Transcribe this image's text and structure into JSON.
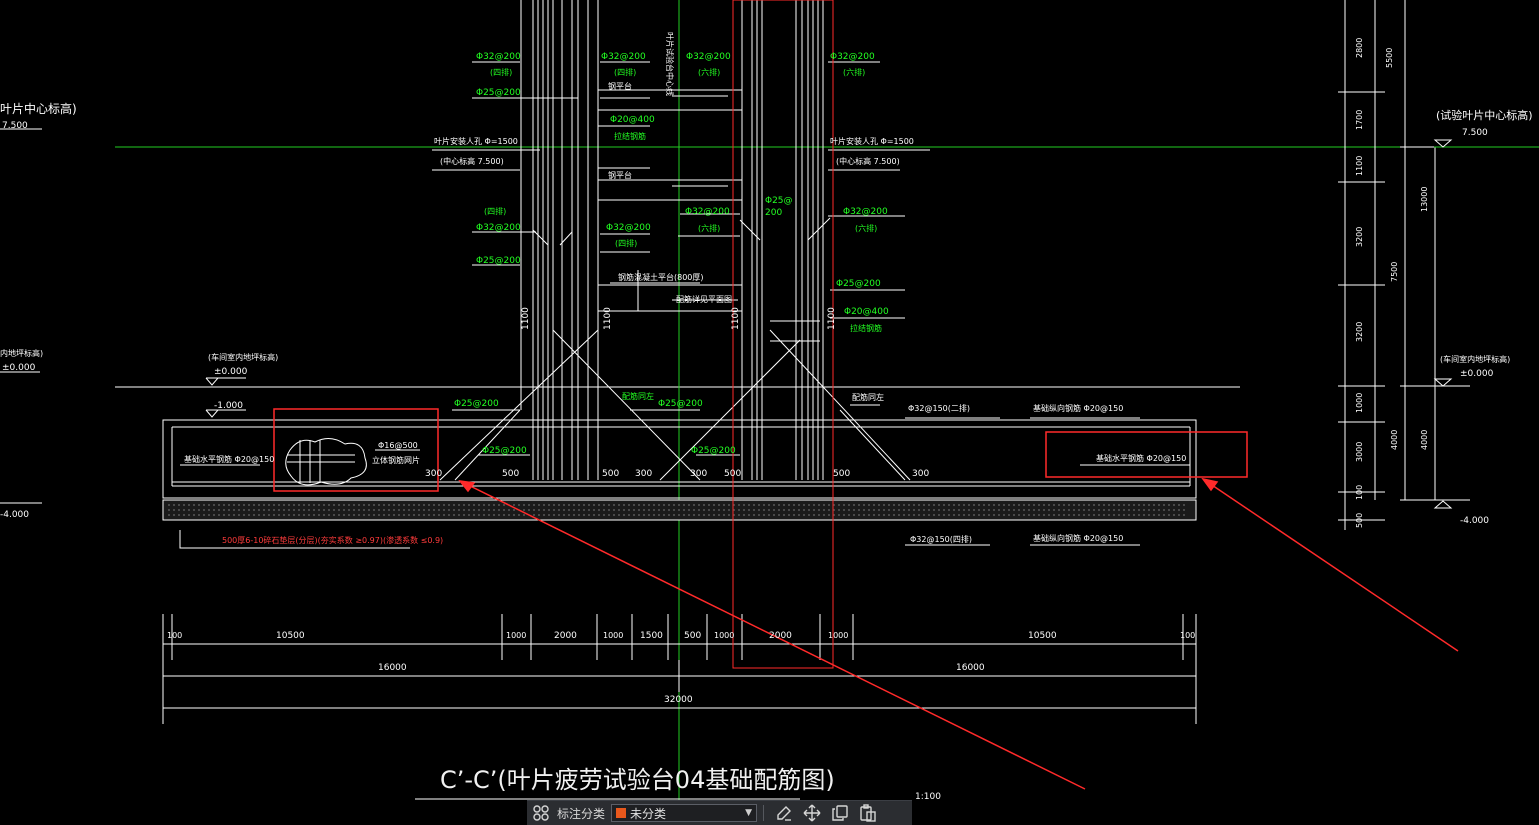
{
  "colors": {
    "background": "#000000",
    "linework": "#ffffff",
    "green_annotation": "#22ff22",
    "red_markup": "#ff2a2a",
    "toolbar_bg": "#2b2d31",
    "category_swatch": "#e8581c"
  },
  "drawing": {
    "title": "C’-C’(叶片疲劳试验台04基础配筋图)",
    "scale": "1:100",
    "left_labels": {
      "blade_center": "叶片中心标高)",
      "elev_7500": "7.500",
      "floor_center": "(车间室内地坪标高)",
      "elev_0000": "±0.000",
      "elev_minus1000": "-1.000",
      "elev_minus4000": "-4.000",
      "side_cut_label": "内地坪标高)",
      "side_cut_elev": "±0.000"
    },
    "right_labels": {
      "test_blade_center": "(试验叶片中心标高)",
      "elev_7500": "7.500",
      "floor_center": "(车间室内地坪标高)",
      "elev_0000": "±0.000",
      "elev_minus4000": "-4.000"
    },
    "rebar": {
      "d32_200": "Φ32@200",
      "four_rows": "(四排)",
      "six_rows": "(六排)",
      "d25_200": "Φ25@200",
      "d20_400": "Φ20@400",
      "tie_bar": "拉结钢筋",
      "steel_platform": "钢平台",
      "hole_left": "叶片安装人孔 Φ=1500",
      "hole_left_center": "(中心标高 7.500)",
      "hole_right": "叶片安装人孔 Φ=1500",
      "hole_right_center": "(中心标高 7.500)",
      "blade_center_line": "叶片试验台中心线",
      "d25_diag": "Φ25@",
      "d25_diag2": "200",
      "rc_platform": "钢筋混凝土平台(800厚)",
      "plan_detail": "配筋详见平面图",
      "d32_150_two": "Φ32@150(二排)",
      "d32_150_four": "Φ32@150(四排)",
      "base_long_top": "基础纵向钢筋 Φ20@150",
      "base_long_bot": "基础纵向钢筋 Φ20@150",
      "base_horiz_left": "基础水平钢筋 Φ20@150",
      "base_horiz_right": "基础水平钢筋 Φ20@150",
      "d16_500": "Φ16@500",
      "vertical_bar": "立体钢筋网片",
      "rebar_anchor": "配筋同左",
      "rebar_anchor_right": "配筋同左",
      "gravel_note": "500厚6-10碎石垫层(分层)(夯实系数 ≥0.97)(渗透系数 ≤0.9)",
      "d1100": "1100"
    },
    "dimensions": {
      "segments": [
        "100",
        "10500",
        "1000",
        "2000",
        "1000",
        "1500",
        "500",
        "1000",
        "2000",
        "1000",
        "10500",
        "100"
      ],
      "half_left": "16000",
      "half_right": "16000",
      "total": "32000",
      "local_300": "300",
      "local_500": "500"
    },
    "right_dims": {
      "a": "2800",
      "b": "5500",
      "c": "1700",
      "d": "1100",
      "e": "3200",
      "f": "13000",
      "g": "7500",
      "h": "3200",
      "i": "1000",
      "j": "3000",
      "k": "4000",
      "l": "4000",
      "m": "500",
      "n": "100"
    }
  },
  "toolbar": {
    "grid_icon": "grid-icon",
    "category_label": "标注分类",
    "category_value": "未分类",
    "icons": [
      "edit-icon",
      "move-icon",
      "copy-icon",
      "paste-icon"
    ]
  }
}
